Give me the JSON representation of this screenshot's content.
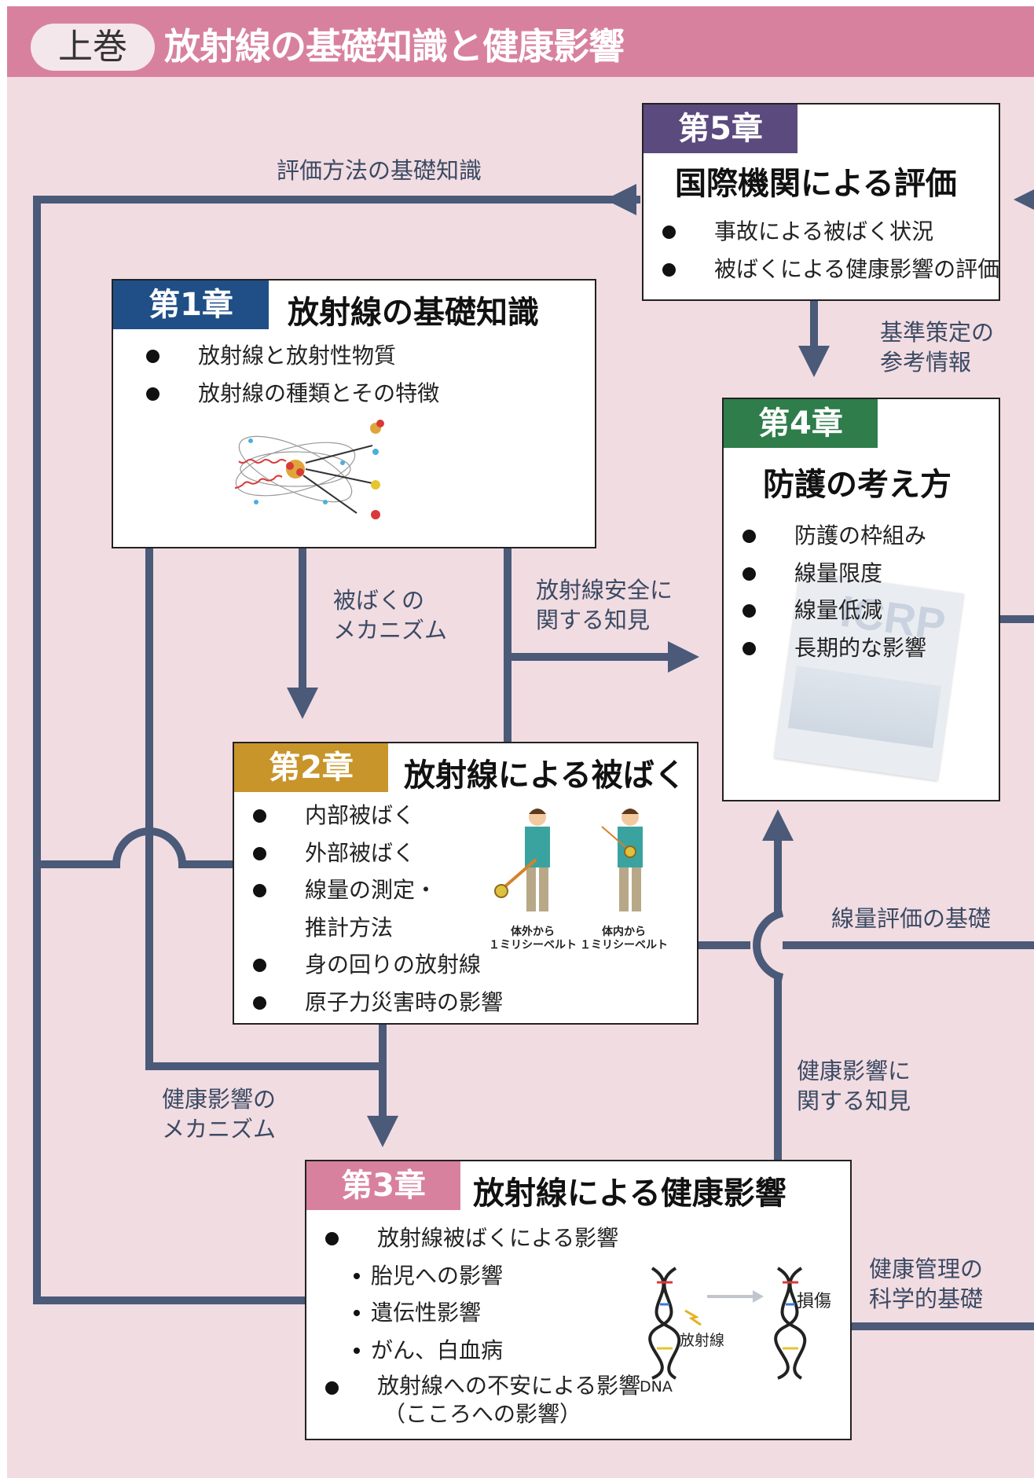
{
  "header": {
    "volume": "上巻",
    "title": "放射線の基礎知識と健康影響"
  },
  "colors": {
    "header": "#d8819f",
    "panel": "#f1dce2",
    "connector": "#4a5a78",
    "ch1": "#1f4f86",
    "ch2": "#c8952a",
    "ch3": "#d8819f",
    "ch4": "#2e7d4a",
    "ch5": "#5b4a7e"
  },
  "chapters": {
    "ch5": {
      "tag": "第5章",
      "title": "国際機関による評価",
      "items": [
        "事故による被ばく状況",
        "被ばくによる健康影響の評価"
      ]
    },
    "ch1": {
      "tag": "第1章",
      "title": "放射線の基礎知識",
      "items": [
        "放射線と放射性物質",
        "放射線の種類とその特徴"
      ]
    },
    "ch4": {
      "tag": "第4章",
      "title": "防護の考え方",
      "items": [
        "防護の枠組み",
        "線量限度",
        "線量低減",
        "長期的な影響"
      ],
      "doc_text": "ICRP"
    },
    "ch2": {
      "tag": "第2章",
      "title": "放射線による被ばく",
      "items": [
        "内部被ばく",
        "外部被ばく",
        "線量の測定・",
        "推計方法",
        "身の回りの放射線",
        "原子力災害時の影響"
      ],
      "fig_left": [
        "体外から",
        "１ミリシーベルト"
      ],
      "fig_right": [
        "体内から",
        "１ミリシーベルト"
      ]
    },
    "ch3": {
      "tag": "第3章",
      "title": "放射線による健康影響",
      "items": [
        "放射線被ばくによる影響",
        "胎児への影響",
        "遺伝性影響",
        "がん、白血病",
        "放射線への不安による影響",
        "（こころへの影響）"
      ],
      "dna": "DNA",
      "radiation": "放射線",
      "damage": "損傷"
    }
  },
  "labels": {
    "eval_basics": "評価方法の基礎知識",
    "standard_ref": [
      "基準策定の",
      "参考情報"
    ],
    "exposure_mech": [
      "被ばくの",
      "メカニズム"
    ],
    "safety_knowledge": [
      "放射線安全に",
      "関する知見"
    ],
    "dose_eval_basis": "線量評価の基礎",
    "health_knowledge": [
      "健康影響に",
      "関する知見"
    ],
    "health_mech": [
      "健康影響の",
      "メカニズム"
    ],
    "health_mgmt": [
      "健康管理の",
      "科学的基礎"
    ]
  }
}
